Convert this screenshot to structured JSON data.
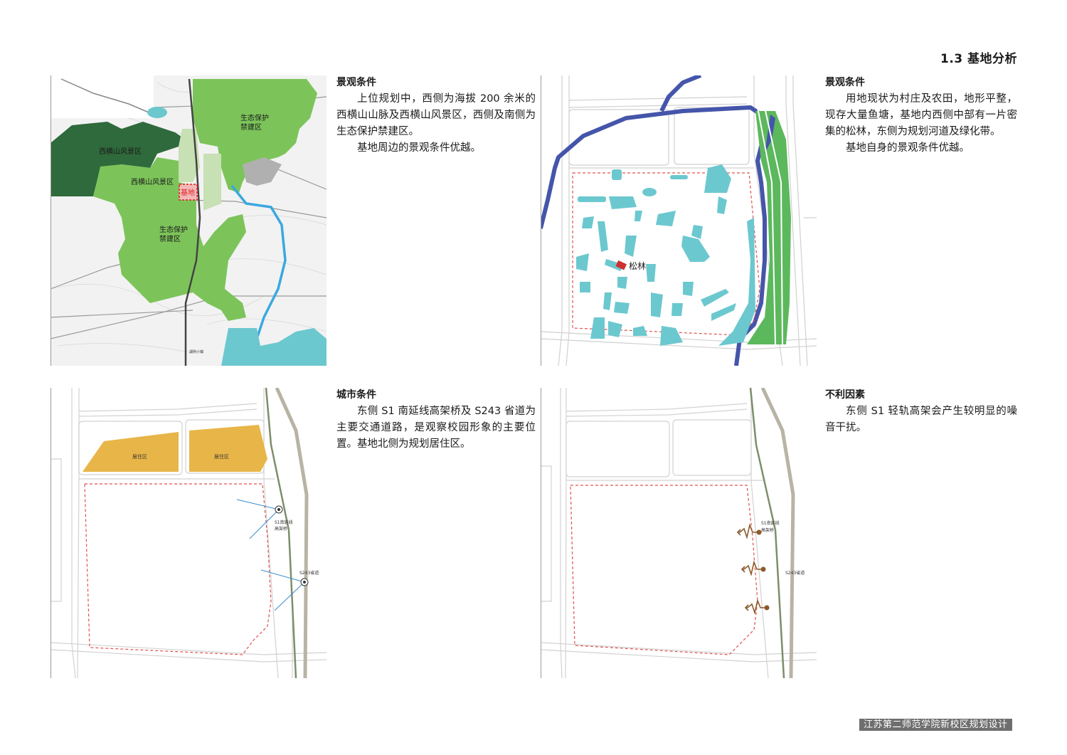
{
  "page": {
    "section_title": "1.3  基地分析",
    "footer": "江苏第二师范学院新校区规划设计"
  },
  "panels": [
    {
      "id": "landscape-regional",
      "heading": "景观条件",
      "paragraphs": [
        "上位规划中，西侧为海拔 200 余米的西横山山脉及西横山风景区，西侧及南侧为生态保护禁建区。",
        "基地周边的景观条件优越。"
      ],
      "map_labels": {
        "scenic_area_dark": "西横山风景区",
        "scenic_area_light": "西横山风景区",
        "eco_zone_north_1": "生态保护",
        "eco_zone_north_2": "禁建区",
        "eco_zone_south_1": "生态保护",
        "eco_zone_south_2": "禁建区",
        "site": "基地",
        "town": "湖熟小镇"
      }
    },
    {
      "id": "landscape-site",
      "heading": "景观条件",
      "paragraphs": [
        "用地现状为村庄及农田，地形平整，现存大量鱼塘，基地内西侧中部有一片密集的松林，东侧为规划河道及绿化带。",
        "基地自身的景观条件优越。"
      ],
      "map_labels": {
        "pine_forest": "松林"
      }
    },
    {
      "id": "urban-conditions",
      "heading": "城市条件",
      "paragraphs": [
        "东侧 S1 南延线高架桥及 S243 省道为主要交通道路，是观察校园形象的主要位置。基地北侧为规划居住区。"
      ],
      "map_labels": {
        "residential_1": "居住区",
        "residential_2": "居住区",
        "viewpoint_1_line1": "S1南延线",
        "viewpoint_1_line2": "高架桥",
        "viewpoint_2": "S243省道"
      }
    },
    {
      "id": "adverse-factors",
      "heading": "不利因素",
      "paragraphs": [
        "东侧 S1 轻轨高架会产生较明显的噪音干扰。"
      ],
      "map_labels": {
        "road_1_line1": "S1南延线",
        "road_1_line2": "高架桥",
        "road_2": "S243省道"
      }
    }
  ],
  "colors": {
    "scenic_dark_green": "#2f6a3c",
    "eco_green": "#7cc45a",
    "water_cyan": "#6cc8cf",
    "river_blue": "#4455aa",
    "green_belt": "#5cb85c",
    "residential_orange": "#e8b548",
    "boundary_red": "#e05050",
    "rail_gray": "#b8b4a4",
    "rail_olive": "#7d8e6a",
    "noise_brown": "#8b5a2b",
    "view_arrow_blue": "#3a8ccc",
    "footer_gray": "#6e6e6e"
  }
}
